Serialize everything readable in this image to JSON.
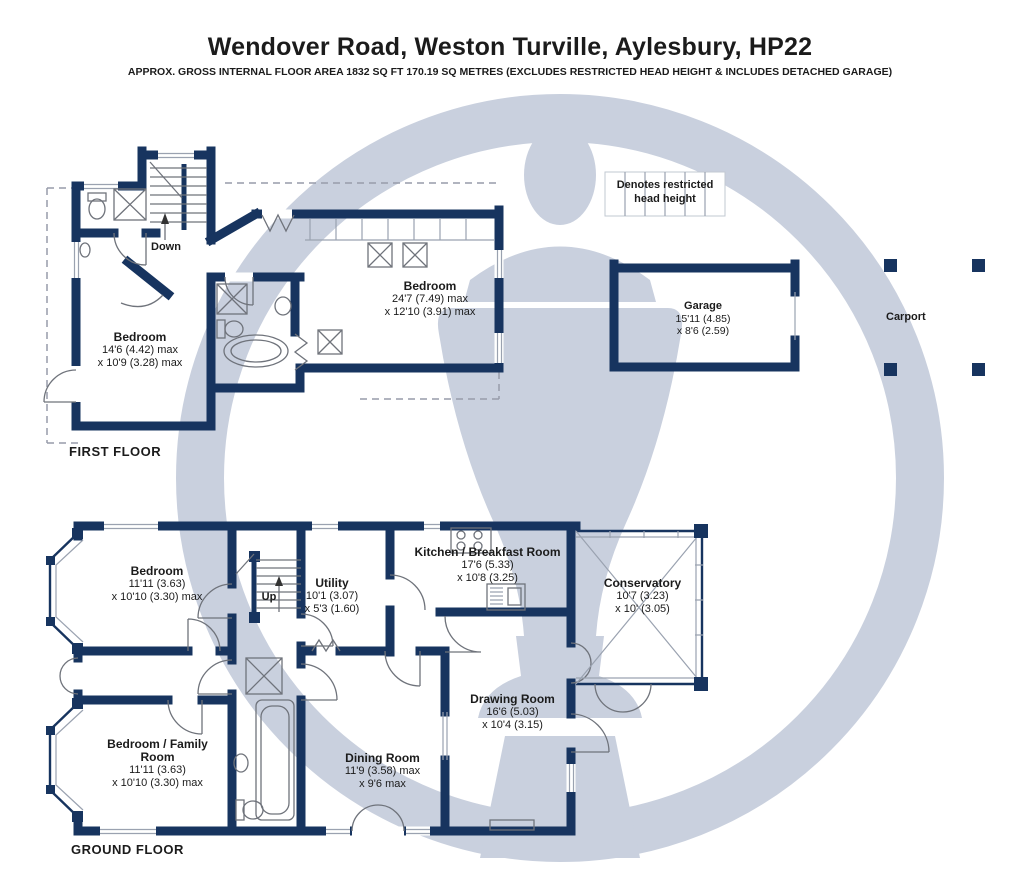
{
  "header": {
    "title": "Wendover Road, Weston Turville, Aylesbury, HP22",
    "subtitle": "APPROX. GROSS INTERNAL FLOOR AREA 1832 SQ FT 170.19 SQ METRES (EXCLUDES RESTRICTED HEAD HEIGHT & INCLUDES DETACHED GARAGE)"
  },
  "legend": {
    "restricted": "Denotes restricted head height"
  },
  "colors": {
    "wall": "#17345f",
    "wm": "#c9d0de",
    "ink": "#1b1b1b"
  },
  "floors": {
    "first": {
      "caption": "FIRST FLOOR",
      "stairs_label": "Down",
      "rooms": [
        {
          "name": "Bedroom",
          "size1": "14'6 (4.42) max",
          "size2": "x 10'9 (3.28) max"
        },
        {
          "name": "Bedroom",
          "size1": "24'7 (7.49) max",
          "size2": "x 12'10 (3.91) max"
        }
      ]
    },
    "ground": {
      "caption": "GROUND FLOOR",
      "stairs_label": "Up",
      "rooms": [
        {
          "name": "Bedroom",
          "size1": "11'11 (3.63)",
          "size2": "x 10'10 (3.30) max"
        },
        {
          "name": "Utility",
          "size1": "10'1 (3.07)",
          "size2": "x 5'3 (1.60)"
        },
        {
          "name": "Kitchen / Breakfast Room",
          "size1": "17'6 (5.33)",
          "size2": "x 10'8 (3.25)"
        },
        {
          "name": "Conservatory",
          "size1": "10'7 (3.23)",
          "size2": "x 10' (3.05)"
        },
        {
          "name": "Bedroom / Family Room",
          "size1": "11'11 (3.63)",
          "size2": "x 10'10 (3.30) max"
        },
        {
          "name": "Dining Room",
          "size1": "11'9 (3.58) max",
          "size2": "x 9'6 max"
        },
        {
          "name": "Drawing Room",
          "size1": "16'6 (5.03)",
          "size2": "x 10'4 (3.15)"
        }
      ]
    }
  },
  "outbuildings": {
    "garage": {
      "name": "Garage",
      "size1": "15'11 (4.85)",
      "size2": "x 8'6 (2.59)"
    },
    "carport": {
      "name": "Carport"
    }
  }
}
